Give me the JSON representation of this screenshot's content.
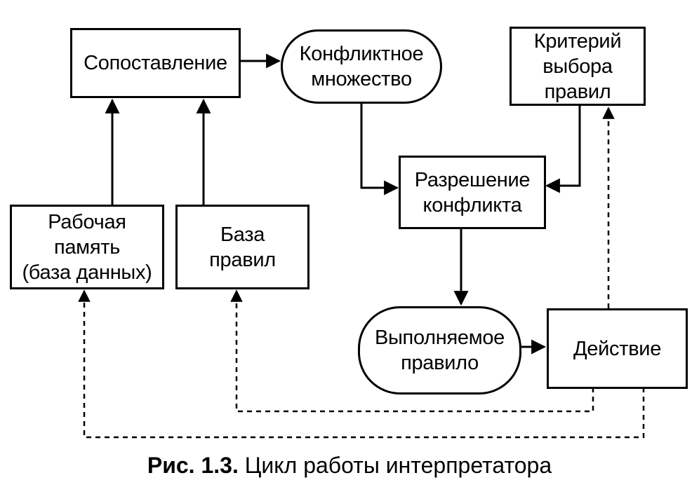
{
  "nodes": {
    "matching": {
      "lines": [
        "Сопоставление"
      ]
    },
    "conflict_set": {
      "lines": [
        "Конфликтное",
        "множество"
      ]
    },
    "selection_criterion": {
      "lines": [
        "Критерий",
        "выбора",
        "правил"
      ]
    },
    "conflict_resolution": {
      "lines": [
        "Разрешение",
        "конфликта"
      ]
    },
    "working_memory": {
      "lines": [
        "Рабочая",
        "память",
        "(база данных)"
      ]
    },
    "rule_base": {
      "lines": [
        "База",
        "правил"
      ]
    },
    "executed_rule": {
      "lines": [
        "Выполняемое",
        "правило"
      ]
    },
    "action": {
      "lines": [
        "Действие"
      ]
    }
  },
  "caption": {
    "label": "Рис. 1.3.",
    "text": " Цикл работы интерпретатора"
  }
}
